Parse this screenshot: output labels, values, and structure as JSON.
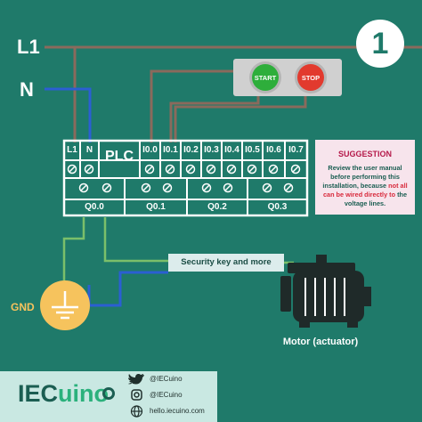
{
  "labels": {
    "l1": "L1",
    "n": "N",
    "gnd": "GND",
    "step_number": "1"
  },
  "plc": {
    "title": "PLC",
    "top_terminals": [
      "L1",
      "N"
    ],
    "inputs": [
      "I0.0",
      "I0.1",
      "I0.2",
      "I0.3",
      "I0.4",
      "I0.5",
      "I0.6",
      "I0.7"
    ],
    "output_groups": [
      "Q0.0",
      "Q0.1",
      "Q0.2",
      "Q0.3"
    ]
  },
  "buttons": {
    "start": "START",
    "stop": "STOP",
    "start_color": "#2eae3b",
    "stop_color": "#e23a2e"
  },
  "suggestion": {
    "title": "SUGGESTION",
    "text_before": "Review the user manual before performing this installation, because ",
    "text_highlight": "not all can be wired directly to",
    "text_after": " the voltage lines."
  },
  "security_label": "Security key and more",
  "motor_label": "Motor (actuator)",
  "footer": {
    "logo_main": "IEC",
    "logo_accent": "uino",
    "twitter": "@IECuino",
    "instagram": "@IECuino",
    "website": "hello.iecuino.com",
    "icons": [
      "twitter-icon",
      "instagram-icon",
      "globe-icon"
    ]
  },
  "colors": {
    "background": "#1f7a6a",
    "wire_brown": "#8a6a5c",
    "wire_blue": "#2b5fd3",
    "wire_green": "#7bbf6a",
    "gnd_yellow": "#f6c35d",
    "suggestion_red": "#b5194a"
  }
}
